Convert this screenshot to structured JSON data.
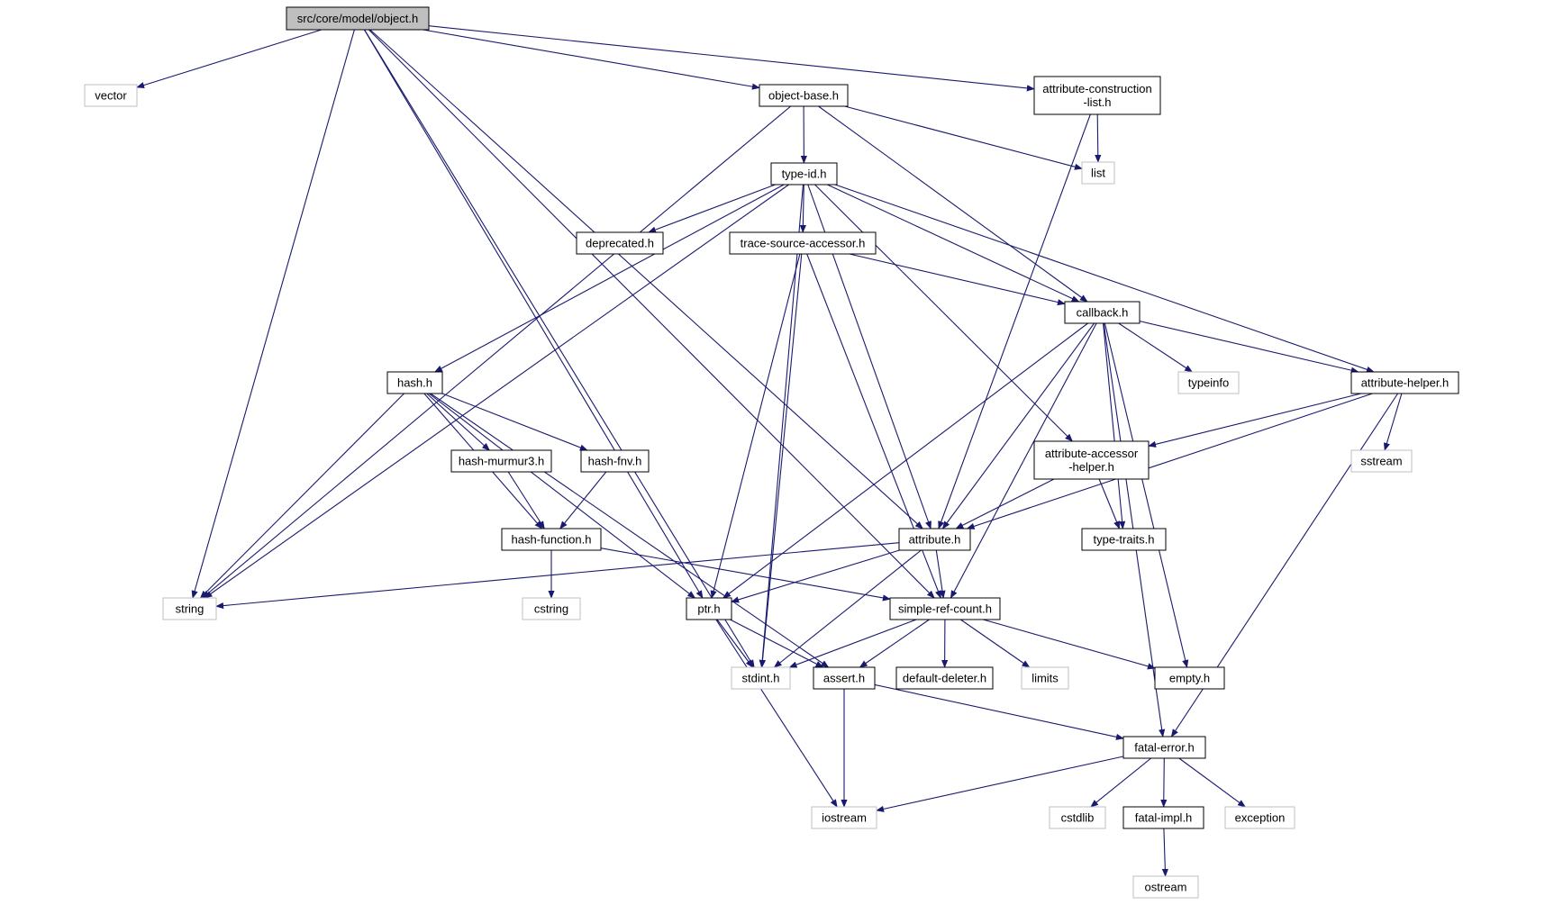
{
  "colors": {
    "edge": "#191970",
    "root_fill": "#bfbfbf",
    "header_border": "#000000",
    "system_border": "#bfbfbf",
    "text": "#000000",
    "background": "#ffffff"
  },
  "nodes": [
    {
      "id": "object",
      "label": "src/core/model/object.h",
      "kind": "root"
    },
    {
      "id": "vector",
      "label": "vector",
      "kind": "system"
    },
    {
      "id": "object_base",
      "label": "object-base.h",
      "kind": "header"
    },
    {
      "id": "acl",
      "label": "attribute-construction",
      "label2": "-list.h",
      "kind": "header"
    },
    {
      "id": "list",
      "label": "list",
      "kind": "system"
    },
    {
      "id": "type_id",
      "label": "type-id.h",
      "kind": "header"
    },
    {
      "id": "deprecated",
      "label": "deprecated.h",
      "kind": "header"
    },
    {
      "id": "tsa",
      "label": "trace-source-accessor.h",
      "kind": "header"
    },
    {
      "id": "callback",
      "label": "callback.h",
      "kind": "header"
    },
    {
      "id": "hash",
      "label": "hash.h",
      "kind": "header"
    },
    {
      "id": "typeinfo",
      "label": "typeinfo",
      "kind": "system"
    },
    {
      "id": "attr_helper",
      "label": "attribute-helper.h",
      "kind": "header"
    },
    {
      "id": "murmur",
      "label": "hash-murmur3.h",
      "kind": "header"
    },
    {
      "id": "fnv",
      "label": "hash-fnv.h",
      "kind": "header"
    },
    {
      "id": "aah",
      "label": "attribute-accessor",
      "label2": "-helper.h",
      "kind": "header"
    },
    {
      "id": "sstream",
      "label": "sstream",
      "kind": "system"
    },
    {
      "id": "hash_function",
      "label": "hash-function.h",
      "kind": "header"
    },
    {
      "id": "attribute",
      "label": "attribute.h",
      "kind": "header"
    },
    {
      "id": "type_traits",
      "label": "type-traits.h",
      "kind": "header"
    },
    {
      "id": "string",
      "label": "string",
      "kind": "system"
    },
    {
      "id": "cstring",
      "label": "cstring",
      "kind": "system"
    },
    {
      "id": "ptr",
      "label": "ptr.h",
      "kind": "header"
    },
    {
      "id": "src",
      "label": "simple-ref-count.h",
      "kind": "header"
    },
    {
      "id": "stdint",
      "label": "stdint.h",
      "kind": "system"
    },
    {
      "id": "assert",
      "label": "assert.h",
      "kind": "header"
    },
    {
      "id": "default_deleter",
      "label": "default-deleter.h",
      "kind": "header"
    },
    {
      "id": "limits",
      "label": "limits",
      "kind": "system"
    },
    {
      "id": "empty",
      "label": "empty.h",
      "kind": "header"
    },
    {
      "id": "fatal_error",
      "label": "fatal-error.h",
      "kind": "header"
    },
    {
      "id": "iostream",
      "label": "iostream",
      "kind": "system"
    },
    {
      "id": "cstdlib",
      "label": "cstdlib",
      "kind": "system"
    },
    {
      "id": "fatal_impl",
      "label": "fatal-impl.h",
      "kind": "header"
    },
    {
      "id": "exception",
      "label": "exception",
      "kind": "system"
    },
    {
      "id": "ostream",
      "label": "ostream",
      "kind": "system"
    }
  ],
  "edges": [
    [
      "object",
      "vector"
    ],
    [
      "object",
      "object_base"
    ],
    [
      "object",
      "acl"
    ],
    [
      "object",
      "string"
    ],
    [
      "object",
      "ptr"
    ],
    [
      "object",
      "stdint"
    ],
    [
      "object",
      "attribute"
    ],
    [
      "object",
      "src"
    ],
    [
      "object_base",
      "type_id"
    ],
    [
      "object_base",
      "list"
    ],
    [
      "object_base",
      "string"
    ],
    [
      "object_base",
      "callback"
    ],
    [
      "acl",
      "list"
    ],
    [
      "acl",
      "attribute"
    ],
    [
      "type_id",
      "deprecated"
    ],
    [
      "type_id",
      "tsa"
    ],
    [
      "type_id",
      "callback"
    ],
    [
      "type_id",
      "hash"
    ],
    [
      "type_id",
      "attr_helper"
    ],
    [
      "type_id",
      "aah"
    ],
    [
      "type_id",
      "attribute"
    ],
    [
      "type_id",
      "string"
    ],
    [
      "type_id",
      "stdint"
    ],
    [
      "tsa",
      "callback"
    ],
    [
      "tsa",
      "ptr"
    ],
    [
      "tsa",
      "stdint"
    ],
    [
      "tsa",
      "src"
    ],
    [
      "callback",
      "typeinfo"
    ],
    [
      "callback",
      "attr_helper"
    ],
    [
      "callback",
      "attribute"
    ],
    [
      "callback",
      "ptr"
    ],
    [
      "callback",
      "type_traits"
    ],
    [
      "callback",
      "src"
    ],
    [
      "callback",
      "empty"
    ],
    [
      "callback",
      "fatal_error"
    ],
    [
      "hash",
      "murmur"
    ],
    [
      "hash",
      "fnv"
    ],
    [
      "hash",
      "hash_function"
    ],
    [
      "hash",
      "string"
    ],
    [
      "hash",
      "ptr"
    ],
    [
      "hash",
      "assert"
    ],
    [
      "murmur",
      "hash_function"
    ],
    [
      "fnv",
      "hash_function"
    ],
    [
      "hash_function",
      "cstring"
    ],
    [
      "hash_function",
      "src"
    ],
    [
      "attr_helper",
      "sstream"
    ],
    [
      "attr_helper",
      "aah"
    ],
    [
      "attr_helper",
      "attribute"
    ],
    [
      "attr_helper",
      "fatal_error"
    ],
    [
      "aah",
      "attribute"
    ],
    [
      "aah",
      "type_traits"
    ],
    [
      "attribute",
      "string"
    ],
    [
      "attribute",
      "ptr"
    ],
    [
      "attribute",
      "src"
    ],
    [
      "attribute",
      "stdint"
    ],
    [
      "ptr",
      "stdint"
    ],
    [
      "ptr",
      "assert"
    ],
    [
      "ptr",
      "iostream"
    ],
    [
      "src",
      "stdint"
    ],
    [
      "src",
      "assert"
    ],
    [
      "src",
      "default_deleter"
    ],
    [
      "src",
      "limits"
    ],
    [
      "src",
      "empty"
    ],
    [
      "assert",
      "iostream"
    ],
    [
      "assert",
      "fatal_error"
    ],
    [
      "fatal_error",
      "iostream"
    ],
    [
      "fatal_error",
      "cstdlib"
    ],
    [
      "fatal_error",
      "fatal_impl"
    ],
    [
      "fatal_error",
      "exception"
    ],
    [
      "fatal_impl",
      "ostream"
    ]
  ]
}
